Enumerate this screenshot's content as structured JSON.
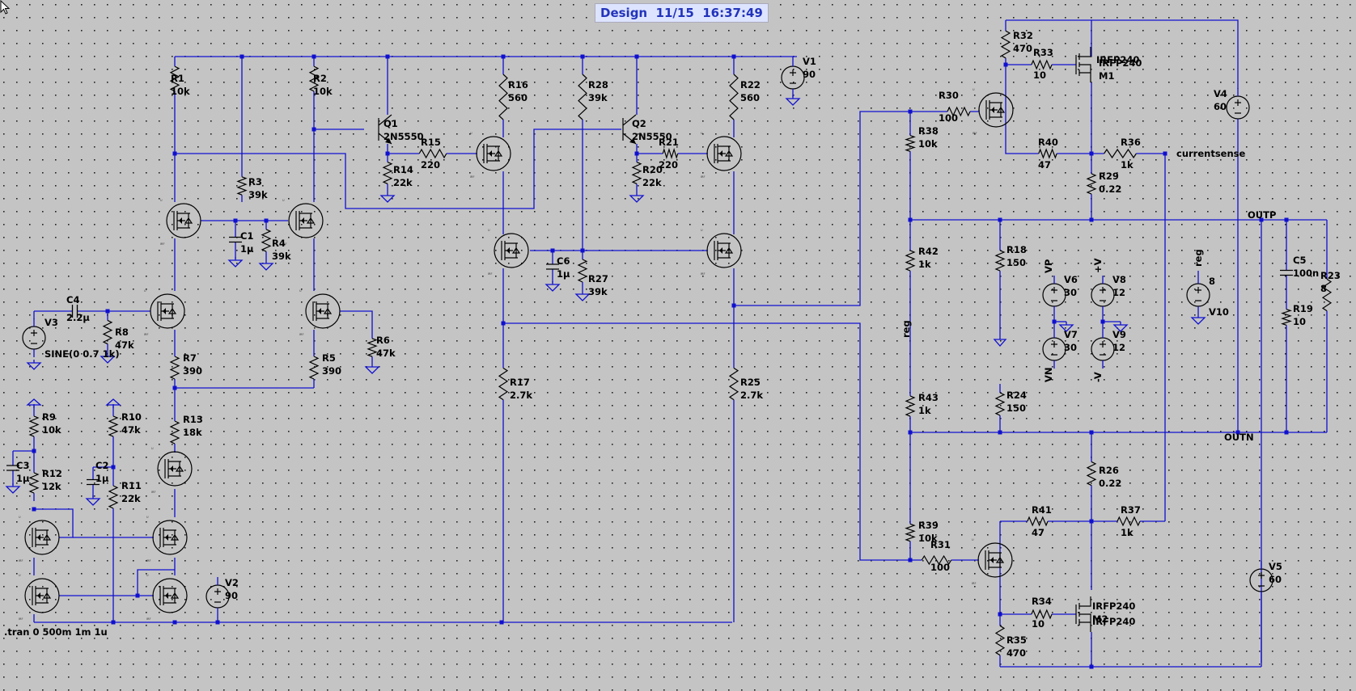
{
  "title": "Design  11/15  16:37:49",
  "directive": ".tran 0 500m 1m 1u",
  "source_V3": "SINE(0 0.7 1k)",
  "components": [
    {
      "ref": "R1",
      "value": "10k"
    },
    {
      "ref": "R2",
      "value": "10k"
    },
    {
      "ref": "R3",
      "value": "39k"
    },
    {
      "ref": "R4",
      "value": "39k"
    },
    {
      "ref": "R5",
      "value": "390"
    },
    {
      "ref": "R6",
      "value": "47k"
    },
    {
      "ref": "R7",
      "value": "390"
    },
    {
      "ref": "R8",
      "value": "47k"
    },
    {
      "ref": "R9",
      "value": "10k"
    },
    {
      "ref": "R10",
      "value": "47k"
    },
    {
      "ref": "R11",
      "value": "22k"
    },
    {
      "ref": "R12",
      "value": "12k"
    },
    {
      "ref": "R13",
      "value": "18k"
    },
    {
      "ref": "R14",
      "value": "22k"
    },
    {
      "ref": "R15",
      "value": "220"
    },
    {
      "ref": "R16",
      "value": "560"
    },
    {
      "ref": "R17",
      "value": "2.7k"
    },
    {
      "ref": "R18",
      "value": "150"
    },
    {
      "ref": "R19",
      "value": "10"
    },
    {
      "ref": "R20",
      "value": "22k"
    },
    {
      "ref": "R21",
      "value": "220"
    },
    {
      "ref": "R22",
      "value": "560"
    },
    {
      "ref": "R23",
      "value": "8"
    },
    {
      "ref": "R24",
      "value": "150"
    },
    {
      "ref": "R25",
      "value": "2.7k"
    },
    {
      "ref": "R26",
      "value": "0.22"
    },
    {
      "ref": "R27",
      "value": "39k"
    },
    {
      "ref": "R28",
      "value": "39k"
    },
    {
      "ref": "R29",
      "value": "0.22"
    },
    {
      "ref": "R30",
      "value": "100"
    },
    {
      "ref": "R31",
      "value": "100"
    },
    {
      "ref": "R32",
      "value": "470"
    },
    {
      "ref": "R33",
      "value": "10"
    },
    {
      "ref": "R34",
      "value": "10"
    },
    {
      "ref": "R35",
      "value": "470"
    },
    {
      "ref": "R36",
      "value": "1k"
    },
    {
      "ref": "R37",
      "value": "1k"
    },
    {
      "ref": "R38",
      "value": "10k"
    },
    {
      "ref": "R39",
      "value": "10k"
    },
    {
      "ref": "R40",
      "value": "47"
    },
    {
      "ref": "R41",
      "value": "47"
    },
    {
      "ref": "R42",
      "value": "1k"
    },
    {
      "ref": "R43",
      "value": "1k"
    },
    {
      "ref": "C1",
      "value": "1µ"
    },
    {
      "ref": "C2",
      "value": "1µ"
    },
    {
      "ref": "C3",
      "value": "1µ"
    },
    {
      "ref": "C4",
      "value": "2.2µ"
    },
    {
      "ref": "C5",
      "value": "100n"
    },
    {
      "ref": "C6",
      "value": "1µ"
    },
    {
      "ref": "Q1",
      "value": "2N5550"
    },
    {
      "ref": "Q2",
      "value": "2N5550"
    },
    {
      "ref": "M1",
      "value": "IRFP240"
    },
    {
      "ref": "M2",
      "value": "IRFP240"
    },
    {
      "ref": "V1",
      "value": "90"
    },
    {
      "ref": "V2",
      "value": "90"
    },
    {
      "ref": "V3",
      "value": ""
    },
    {
      "ref": "V4",
      "value": "60"
    },
    {
      "ref": "V5",
      "value": "60"
    },
    {
      "ref": "V6",
      "value": "30"
    },
    {
      "ref": "V7",
      "value": "30"
    },
    {
      "ref": "V8",
      "value": "12"
    },
    {
      "ref": "V9",
      "value": "12"
    },
    {
      "ref": "V10",
      "value": "8"
    }
  ],
  "net_labels": [
    "currentsense",
    "OUTP",
    "OUTN",
    "reg",
    "VP",
    "VN",
    "+V",
    "-V",
    "reg"
  ],
  "colors": {
    "background": "#c4c4c4",
    "wire": "#1010d0",
    "title_text": "#2233bb",
    "title_bg": "#dde4ff"
  }
}
